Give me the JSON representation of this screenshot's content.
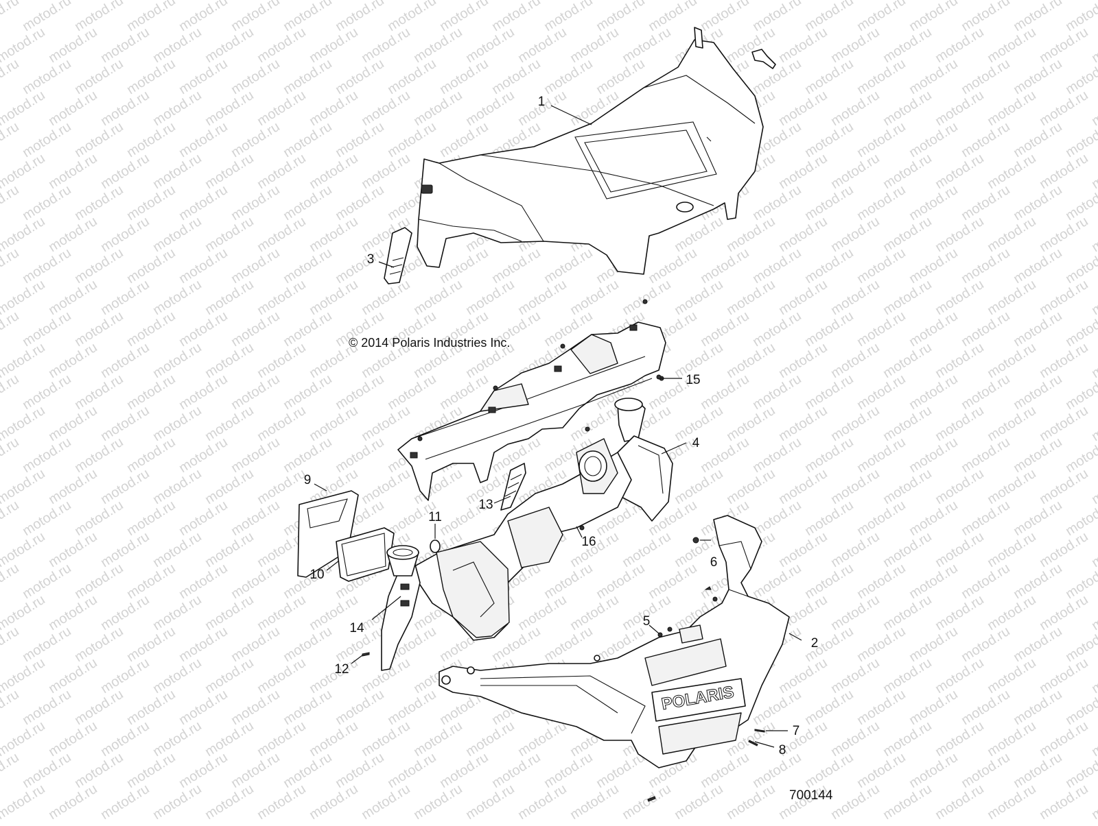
{
  "copyright": "© 2014 Polaris Industries Inc.",
  "diagram_number": "700144",
  "watermark": "motod.ru",
  "brand_logo_text": "POLARIS",
  "callouts": [
    "1",
    "2",
    "3",
    "4",
    "5",
    "6",
    "7",
    "8",
    "9",
    "10",
    "11",
    "12",
    "13",
    "14",
    "15",
    "16"
  ]
}
